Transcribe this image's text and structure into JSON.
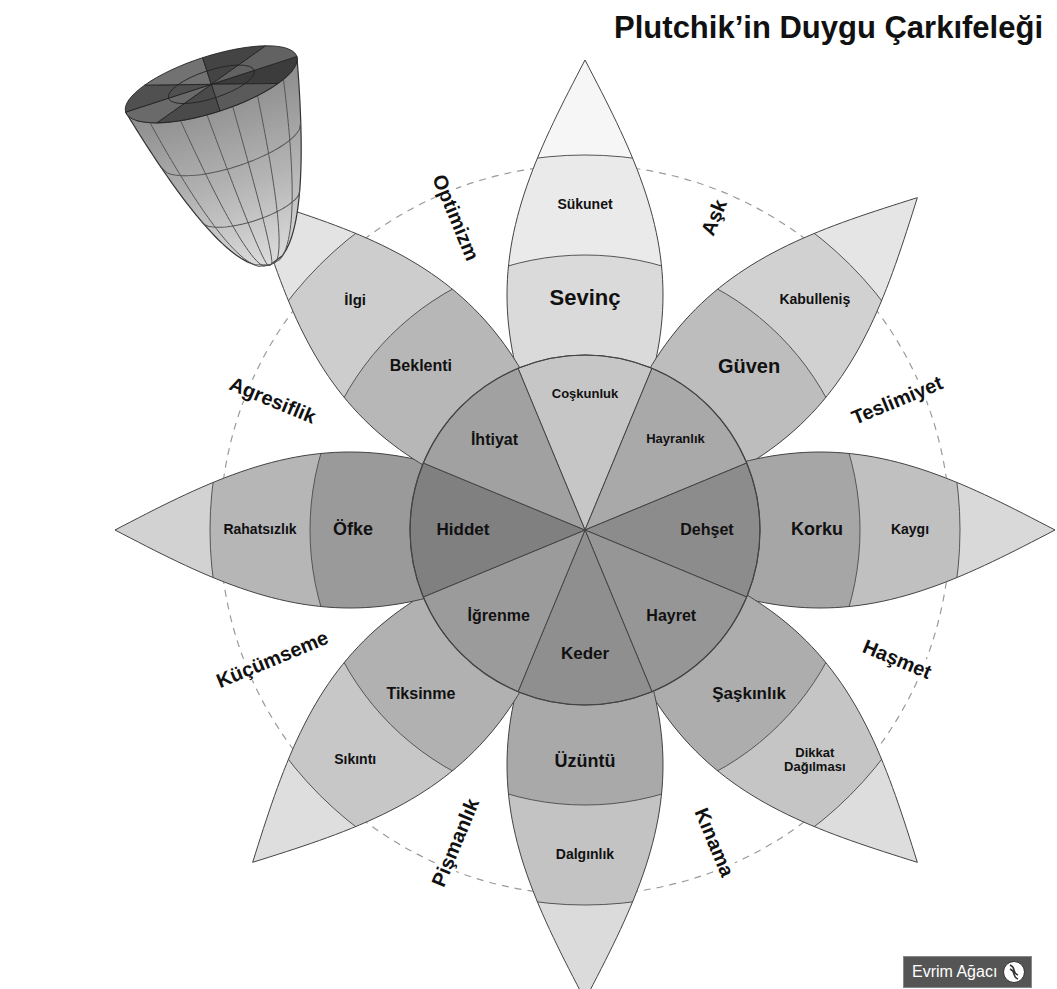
{
  "diagram": {
    "title": "Plutchik’in Duygu Çarkıfeleği",
    "nodes": [
      {
        "text": [
          "Sükunet"
        ]
      },
      {
        "text": [
          "Sevinç"
        ]
      },
      {
        "text": [
          "Coşkunluk"
        ]
      },
      {
        "text": [
          "Kabulleniş"
        ]
      },
      {
        "text": [
          "Güven"
        ]
      },
      {
        "text": [
          "Hayranlık"
        ]
      },
      {
        "text": [
          "Kaygı"
        ]
      },
      {
        "text": [
          "Korku"
        ]
      },
      {
        "text": [
          "Dehşet"
        ]
      },
      {
        "text": [
          "Dikkat Dağılması"
        ]
      },
      {
        "text": [
          "Şaşkınlık"
        ]
      },
      {
        "text": [
          "Hayret"
        ]
      },
      {
        "text": [
          "Dalgınlık"
        ]
      },
      {
        "text": [
          "Üzüntü"
        ]
      },
      {
        "text": [
          "Keder"
        ]
      },
      {
        "text": [
          "Sıkıntı"
        ]
      },
      {
        "text": [
          "Tiksinme"
        ]
      },
      {
        "text": [
          "İğrenme"
        ]
      },
      {
        "text": [
          "Rahatsızlık"
        ]
      },
      {
        "text": [
          "Öfke"
        ]
      },
      {
        "text": [
          "Hiddet"
        ]
      },
      {
        "text": [
          "İlgi"
        ]
      },
      {
        "text": [
          "Beklenti"
        ]
      },
      {
        "text": [
          "İhtiyat"
        ]
      }
    ],
    "labels": [
      "Optimizm",
      "Aşk",
      "Teslimiyet",
      "Haşmet",
      "Kınama",
      "Pişmanlık",
      "Küçümseme",
      "Agresiflik",
      "Evrim Ağacı"
    ]
  }
}
